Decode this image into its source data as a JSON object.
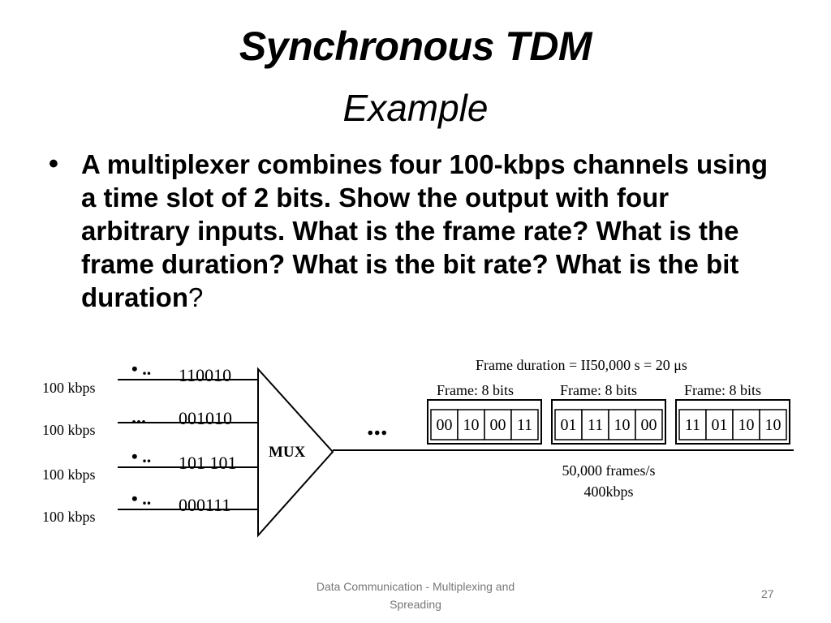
{
  "title": "Synchronous TDM",
  "subtitle": "Example",
  "bullet": {
    "bold_text": "A multiplexer combines four 100-kbps channels using a time slot of 2 bits. Show the output with four arbitrary inputs. What is the frame rate? What is the frame duration? What is the bit rate? What is the bit duration",
    "plain_tail": "?"
  },
  "diagram": {
    "inputs": [
      {
        "rate": "100 kbps",
        "dots": "• ..",
        "bits": "110010"
      },
      {
        "rate": "100 kbps",
        "dots": "...",
        "bits": "001010"
      },
      {
        "rate": "100 kbps",
        "dots": "• ..",
        "bits": "101 101"
      },
      {
        "rate": "100 kbps",
        "dots": "• ..",
        "bits": "000111"
      }
    ],
    "mux_label": "MUX",
    "ellipsis": "...",
    "frame_duration": "Frame duration = II50,000 s = 20 μs",
    "frames": [
      {
        "label": "Frame: 8 bits",
        "slots": [
          "00",
          "10",
          "00",
          "11"
        ]
      },
      {
        "label": "Frame: 8 bits",
        "slots": [
          "01",
          "11",
          "10",
          "00"
        ]
      },
      {
        "label": "Frame: 8 bits",
        "slots": [
          "11",
          "01",
          "10",
          "10"
        ]
      }
    ],
    "frame_rate": "50,000 frames/s",
    "bit_rate": "400kbps"
  },
  "footer": {
    "text": "Data Communication - Multiplexing and Spreading",
    "page": "27"
  }
}
